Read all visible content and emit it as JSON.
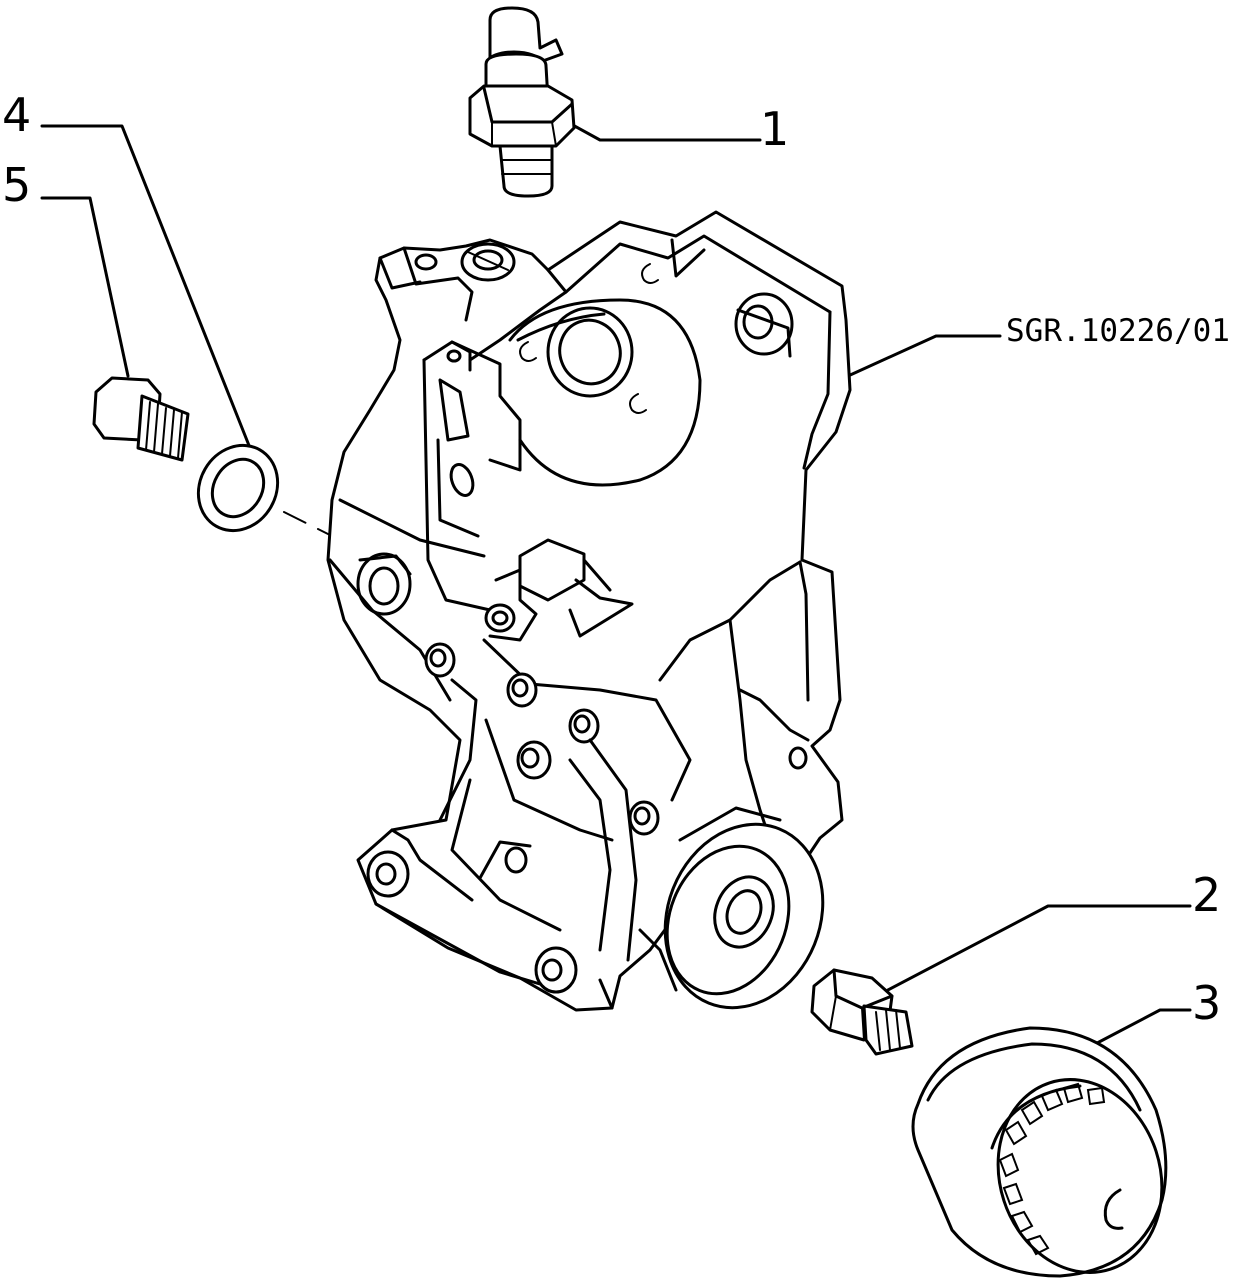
{
  "diagram": {
    "drawing_ref": "SGR.10226/01",
    "callouts": [
      {
        "id": "1",
        "label": "1"
      },
      {
        "id": "2",
        "label": "2"
      },
      {
        "id": "3",
        "label": "3"
      },
      {
        "id": "4",
        "label": "4"
      },
      {
        "id": "5",
        "label": "5"
      }
    ]
  },
  "colors": {
    "ink": "#000000",
    "paper": "#ffffff"
  }
}
